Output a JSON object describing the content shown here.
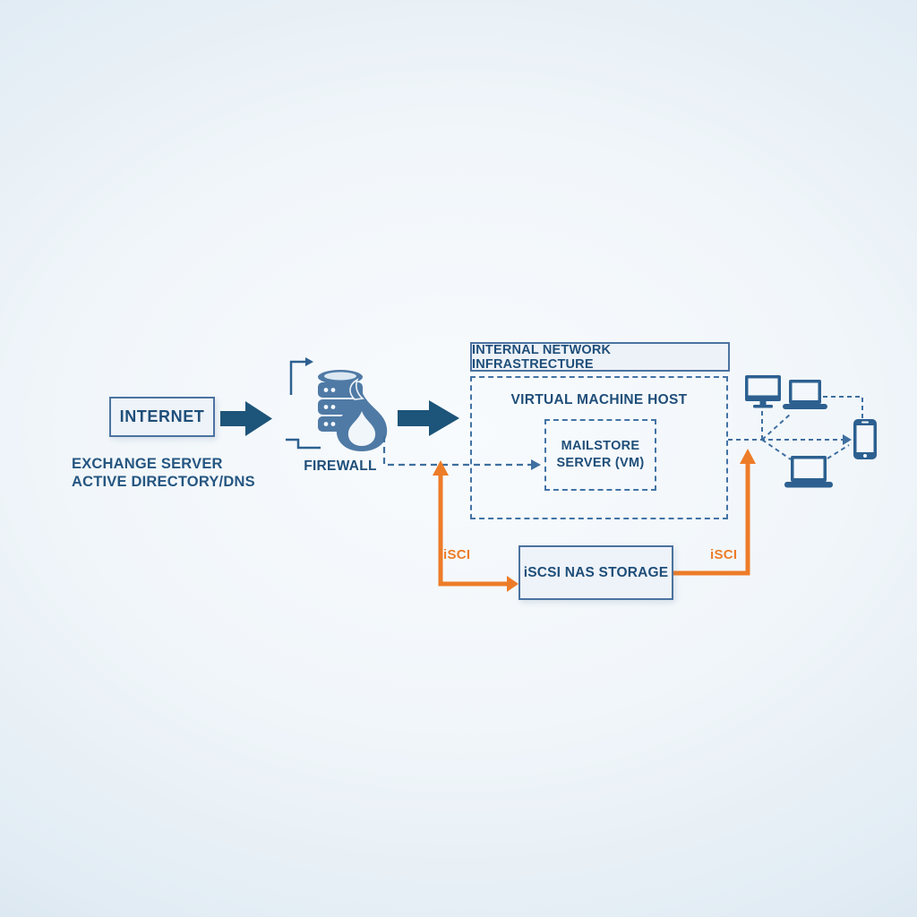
{
  "internet": {
    "label": "INTERNET"
  },
  "external": {
    "line1": "EXCHANGE SERVER",
    "line2": "ACTIVE DIRECTORY/DNS"
  },
  "firewall": {
    "label": "FIREWALL"
  },
  "internal": {
    "title": "INTERNAL NETWORK INFRASTRECTURE",
    "vm_host_label": "VIRTUAL MACHINE HOST",
    "mailstore_line1": "MAILSTORE",
    "mailstore_line2": "SERVER (VM)"
  },
  "storage": {
    "label": "iSCSI NAS STORAGE",
    "left_link_label": "iSCI",
    "right_link_label": "iSCI"
  },
  "icons": {
    "firewall": "server-stack-with-flame-icon",
    "clients": [
      "desktop-monitor-icon",
      "laptop-icon",
      "smartphone-icon",
      "laptop-icon"
    ]
  },
  "colors": {
    "navy_text": "#1f4e79",
    "solid_arrow": "#1d5479",
    "dashed_line": "#3f6fa0",
    "icon_blue": "#4f7aa5",
    "device_blue": "#2d6090",
    "box_border": "#4b73a0",
    "box_fill": "#eef3f9",
    "orange": "#ed7c28"
  }
}
